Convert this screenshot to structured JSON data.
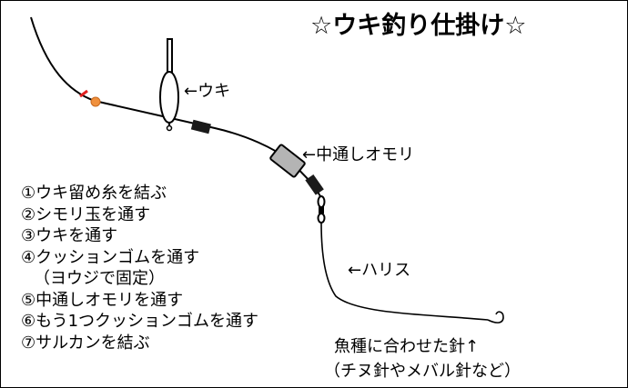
{
  "title": "☆ウキ釣り仕掛け☆",
  "labels": {
    "float": "←ウキ",
    "sinker": "←中通しオモリ",
    "leader": "←ハリス",
    "hook_line1": "魚種に合わせた針↑",
    "hook_line2": "（チヌ針やメバル針など）"
  },
  "steps": [
    "①ウキ留め糸を結ぶ",
    "②シモリ玉を通す",
    "③ウキを通す",
    "④クッションゴムを通す",
    "（ヨウジで固定）",
    "⑤中通しオモリを通す",
    "⑥もう1つクッションゴムを通す",
    "⑦サルカンを結ぶ"
  ],
  "colors": {
    "line": "#000000",
    "bead": "#f0903c",
    "stopper": "#e02020",
    "sinker": "#b4b4b4",
    "cushion": "#1a1a1a"
  }
}
